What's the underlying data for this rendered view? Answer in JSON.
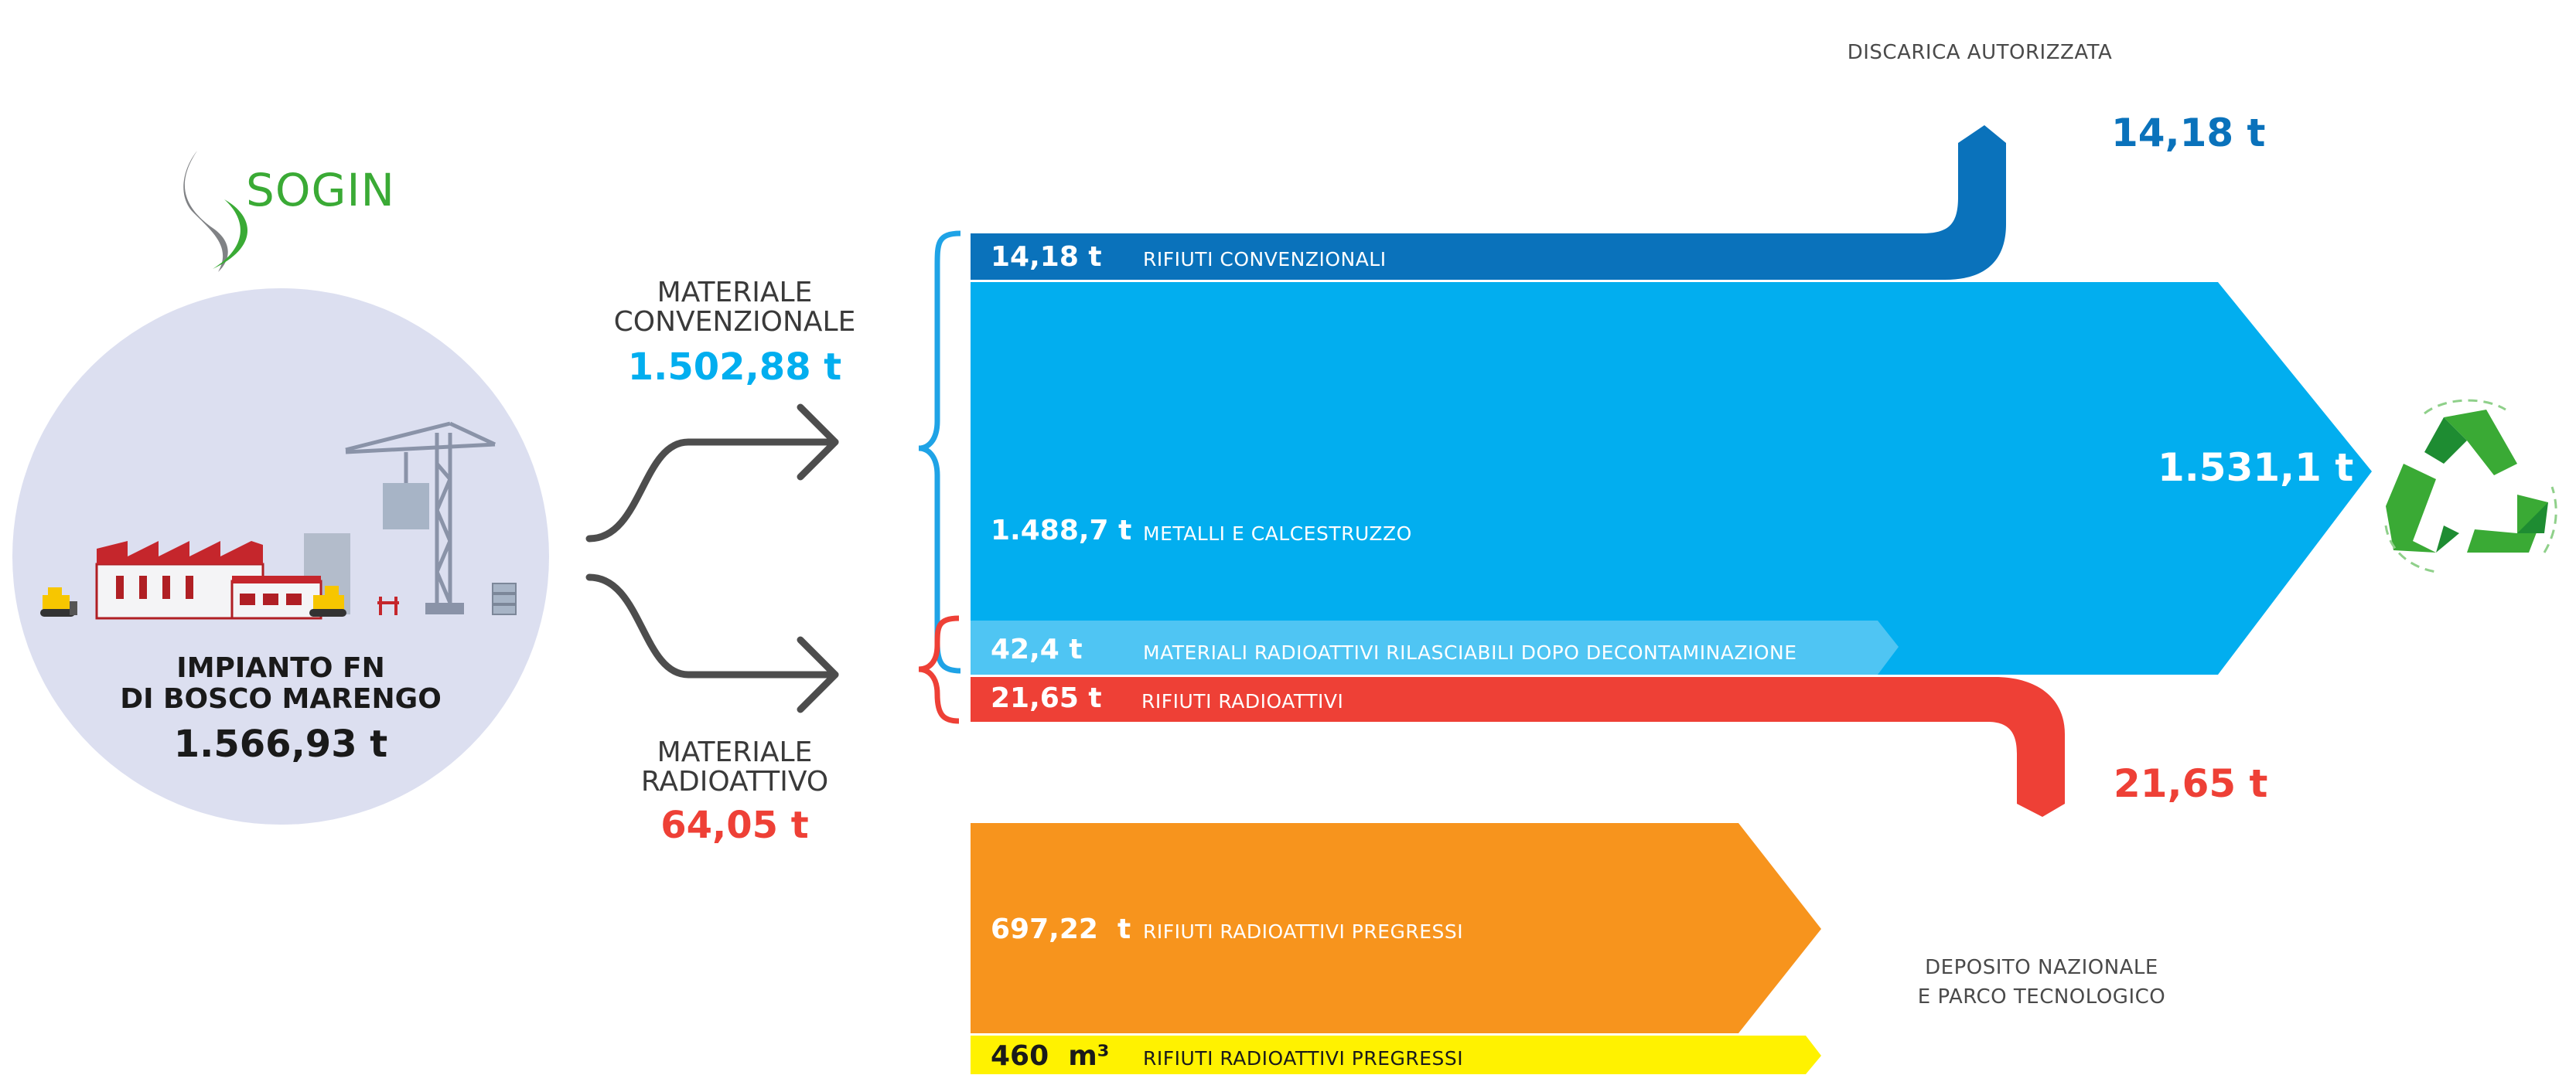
{
  "logo": {
    "text": "SOGIN"
  },
  "plant": {
    "title_line1": "IMPIANTO FN",
    "title_line2": "DI BOSCO MARENGO",
    "total": "1.566,93 t"
  },
  "categories": {
    "conventional": {
      "line1": "MATERIALE",
      "line2": "CONVENZIONALE",
      "value": "1.502,88 t"
    },
    "radioactive": {
      "line1": "MATERIALE",
      "line2": "RADIOATTIVO",
      "value": "64,05 t"
    }
  },
  "flows": [
    {
      "amount": "14,18 t",
      "label": "RIFIUTI CONVENZIONALI",
      "color": "#0a72bb"
    },
    {
      "amount": "1.488,7 t",
      "label": "METALLI E CALCESTRUZZO",
      "color": "#02aeef"
    },
    {
      "amount": "42,4 t",
      "label": "MATERIALI RADIOATTIVI RILASCIABILI DOPO DECONTAMINAZIONE",
      "color": "#4fc5f3"
    },
    {
      "amount": "21,65 t",
      "label": "RIFIUTI RADIOATTIVI",
      "color": "#ee4036"
    },
    {
      "amount": "697,22  t",
      "label": "RIFIUTI RADIOATTIVI PREGRESSI",
      "color": "#f7941d"
    },
    {
      "amount": "460  m³",
      "label": "RIFIUTI RADIOATTIVI PREGRESSI",
      "color": "#fff200"
    }
  ],
  "destinations": {
    "landfill": {
      "label": "DISCARICA AUTORIZZATA",
      "value": "14,18 t",
      "color": "#0a72bb"
    },
    "recycling": {
      "value": "1.531,1 t",
      "icon": "recycle-icon",
      "color": "#3aaa35"
    },
    "repository": {
      "line1": "DEPOSITO NAZIONALE",
      "line2": "E PARCO TECNOLOGICO",
      "value": "21,65 t",
      "color": "#ee4036"
    }
  },
  "colors": {
    "circle": "#dcdff0",
    "bracket_conventional": "#1fa3e6",
    "bracket_radioactive": "#ee4036",
    "arrow": "#4d4d4d",
    "logo_green": "#3aaa35",
    "logo_grey": "#808285"
  }
}
